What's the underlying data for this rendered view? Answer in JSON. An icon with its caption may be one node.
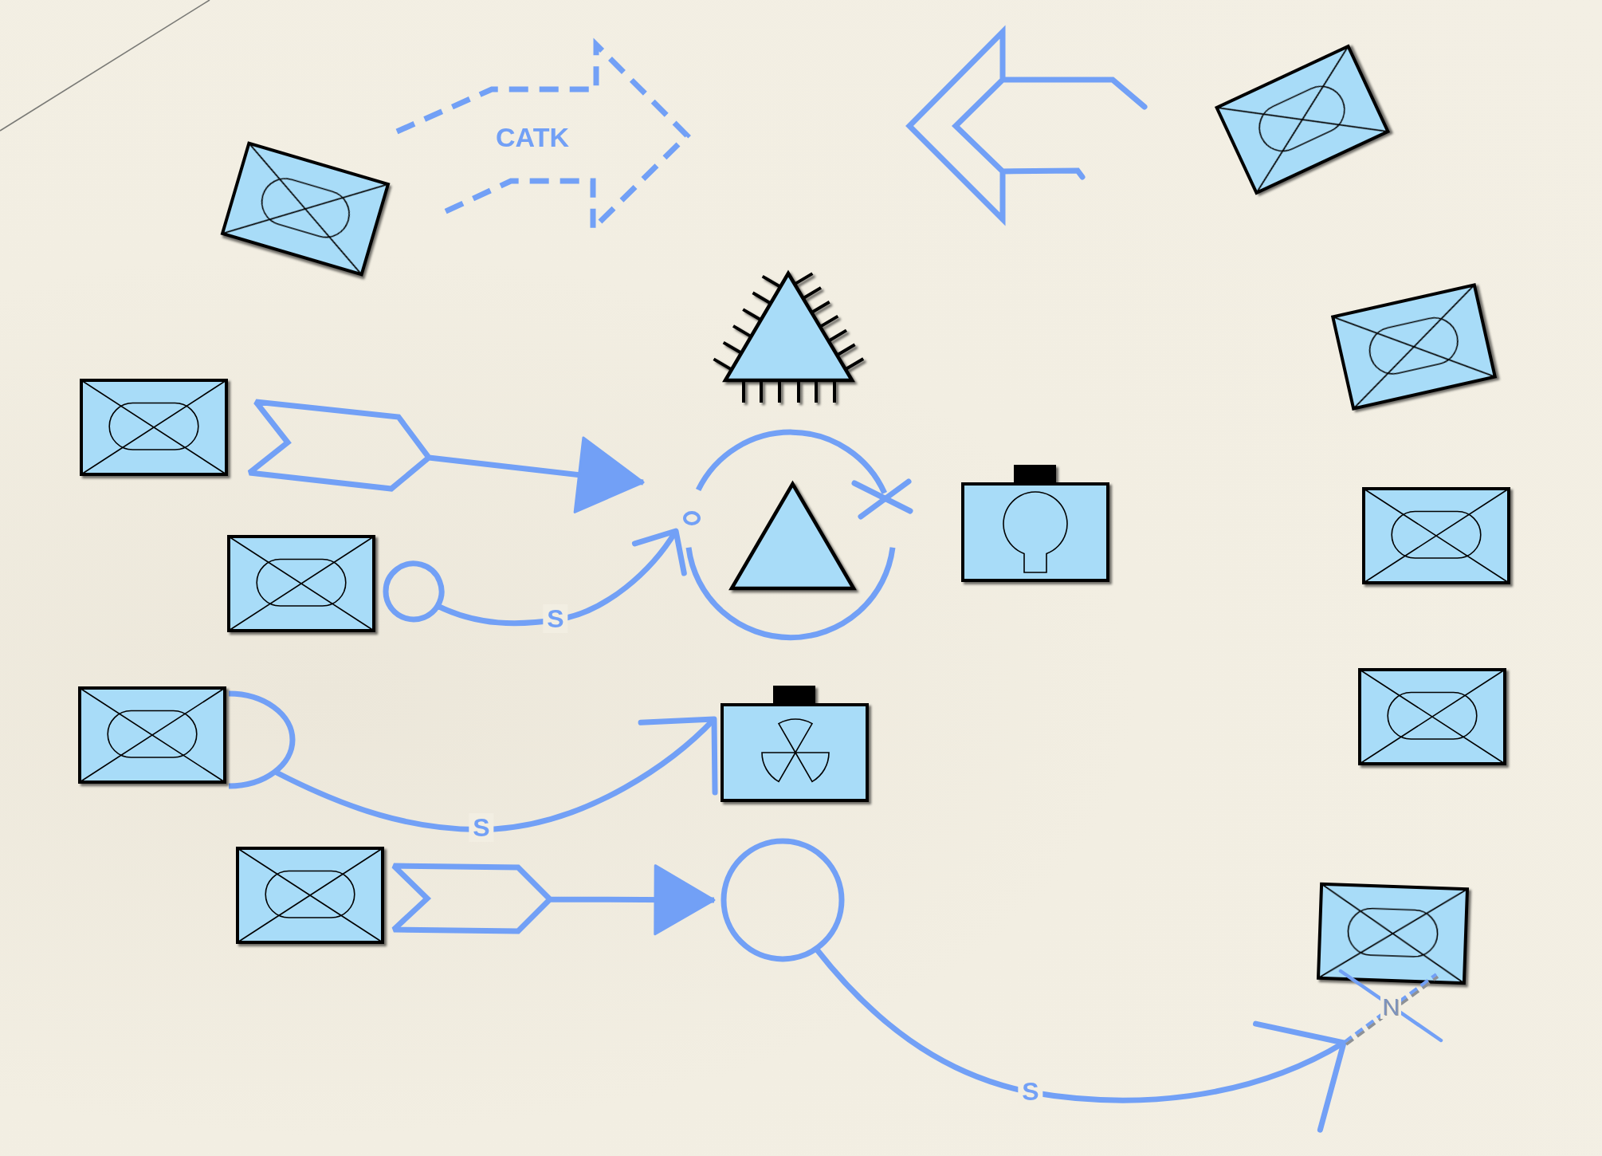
{
  "diagram": {
    "nodes": [
      {
        "text": [],
        "shape": "box"
      },
      {
        "text": [],
        "shape": "box"
      },
      {
        "text": [],
        "shape": "triangle"
      },
      {
        "text": [],
        "shape": "box"
      },
      {
        "text": [],
        "shape": "box"
      },
      {
        "text": [],
        "shape": "circle"
      },
      {
        "text": [],
        "shape": "triangle",
        "in": 5
      },
      {
        "text": [],
        "shape": "box"
      },
      {
        "text": [],
        "shape": "box"
      },
      {
        "text": [],
        "shape": "box"
      },
      {
        "text": [],
        "shape": "box"
      },
      {
        "text": [],
        "shape": "box"
      },
      {
        "text": [],
        "shape": "box"
      },
      {
        "text": [],
        "shape": "box"
      },
      {
        "text": [],
        "shape": "circle"
      },
      {
        "text": [],
        "shape": "box"
      },
      {
        "text": [
          "N"
        ]
      }
    ],
    "edges": [
      {
        "from": 4,
        "to": 5,
        "arrow": "to"
      },
      {
        "from": 9,
        "to": 5,
        "arrow": "to",
        "label": "S"
      },
      {
        "from": 11,
        "to": 12,
        "arrow": "to",
        "label": "S"
      },
      {
        "from": 13,
        "to": 14,
        "arrow": "to"
      },
      {
        "from": 14,
        "to": 16,
        "arrow": "to",
        "label": "S"
      }
    ],
    "labels": [
      "CATK"
    ]
  }
}
